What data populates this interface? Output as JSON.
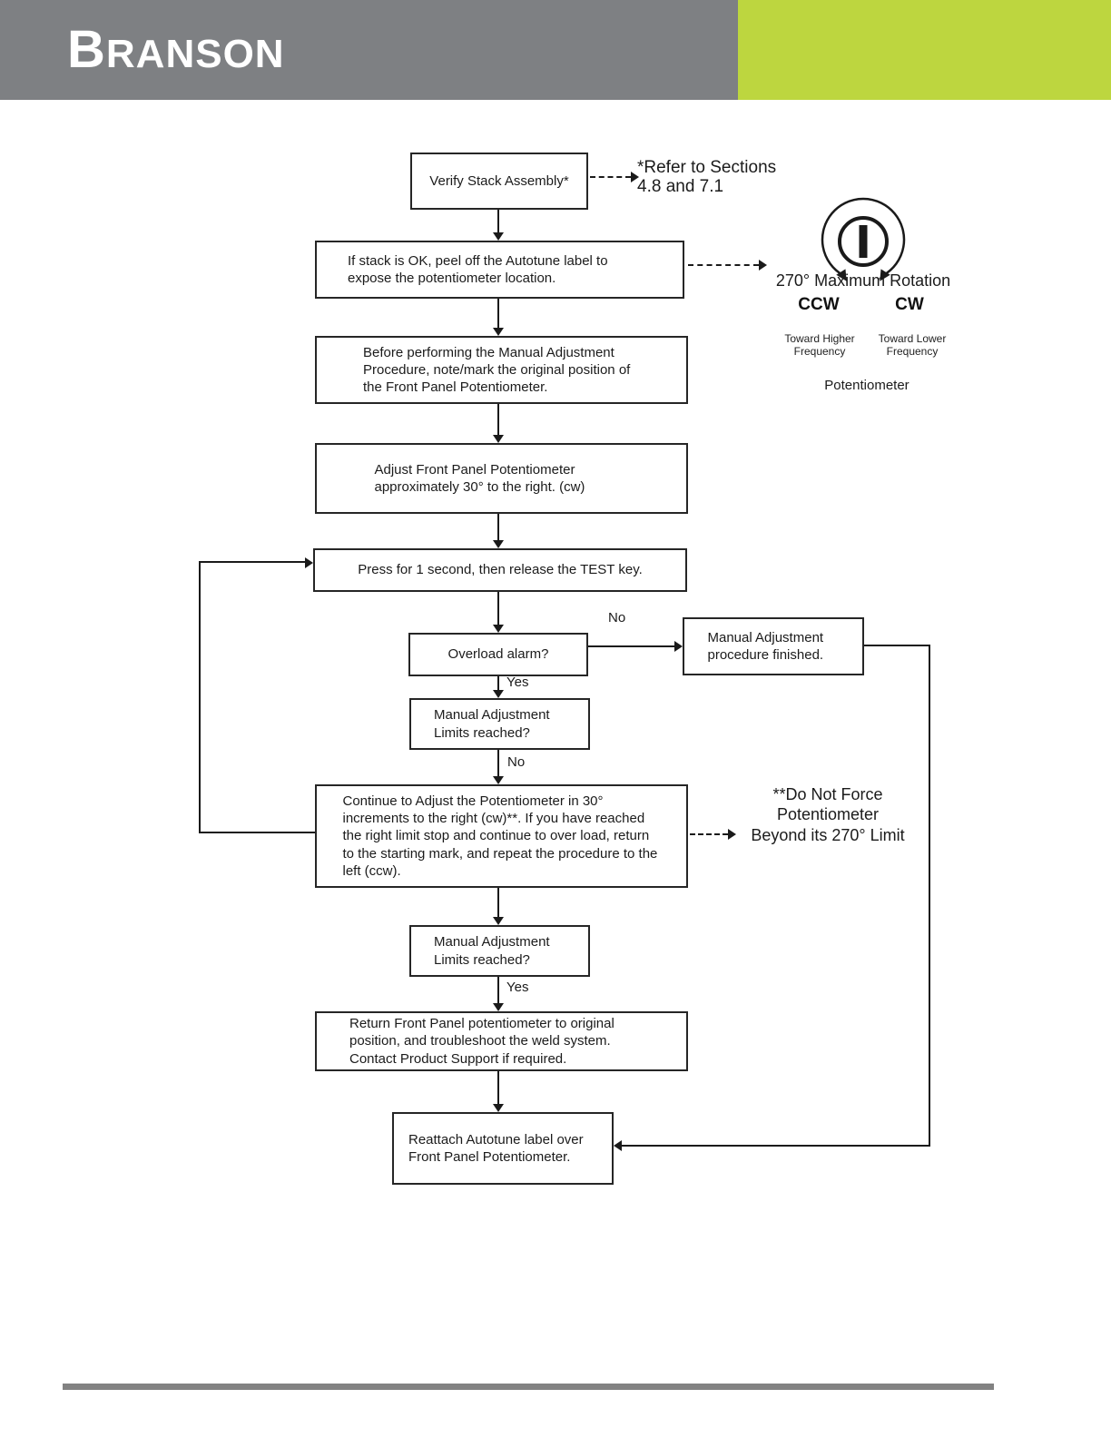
{
  "header": {
    "brand": "Branson",
    "bar_color": "#7e8083",
    "accent_color": "#bdd63f"
  },
  "flowchart": {
    "line_color": "#1a1a1a",
    "boxes": {
      "verify": "Verify Stack Assembly*",
      "peel": "If stack is OK, peel off the Autotune label to expose the potentiometer location.",
      "note": "Before performing the Manual Adjustment Procedure, note/mark the original position of the Front Panel Potentiometer.",
      "adjust": "Adjust Front Panel Potentiometer approximately 30° to the right. (cw)",
      "press": "Press for 1 second, then release the TEST key.",
      "overload": "Overload alarm?",
      "finished": "Manual Adjustment procedure finished.",
      "limits1": "Manual Adjustment Limits reached?",
      "continue": "Continue to Adjust the Potentiometer in 30° increments to the right (cw)**. If you have reached the right limit stop and continue to over load, return to the starting mark, and repeat the procedure to the left (ccw).",
      "limits2": "Manual Adjustment Limits reached?",
      "return": "Return Front Panel potentiometer to original position, and troubleshoot the weld system. Contact Product Support if required.",
      "reattach": "Reattach Autotune label over Front Panel Potentiometer."
    },
    "branch_labels": {
      "overload_no": "No",
      "overload_yes": "Yes",
      "limits1_no": "No",
      "limits2_yes": "Yes"
    },
    "annotations": {
      "refer": {
        "lines": [
          "*Refer to Sections",
          "4.8 and 7.1"
        ]
      },
      "warning": {
        "lines": [
          "**Do Not Force",
          "Potentiometer",
          "Beyond its 270° Limit"
        ]
      },
      "rotation": {
        "title": "270° Maximum Rotation",
        "ccw": "CCW",
        "cw": "CW",
        "ccw_note": "Toward Higher Frequency",
        "cw_note": "Toward Lower Frequency",
        "caption": "Potentiometer"
      }
    }
  }
}
